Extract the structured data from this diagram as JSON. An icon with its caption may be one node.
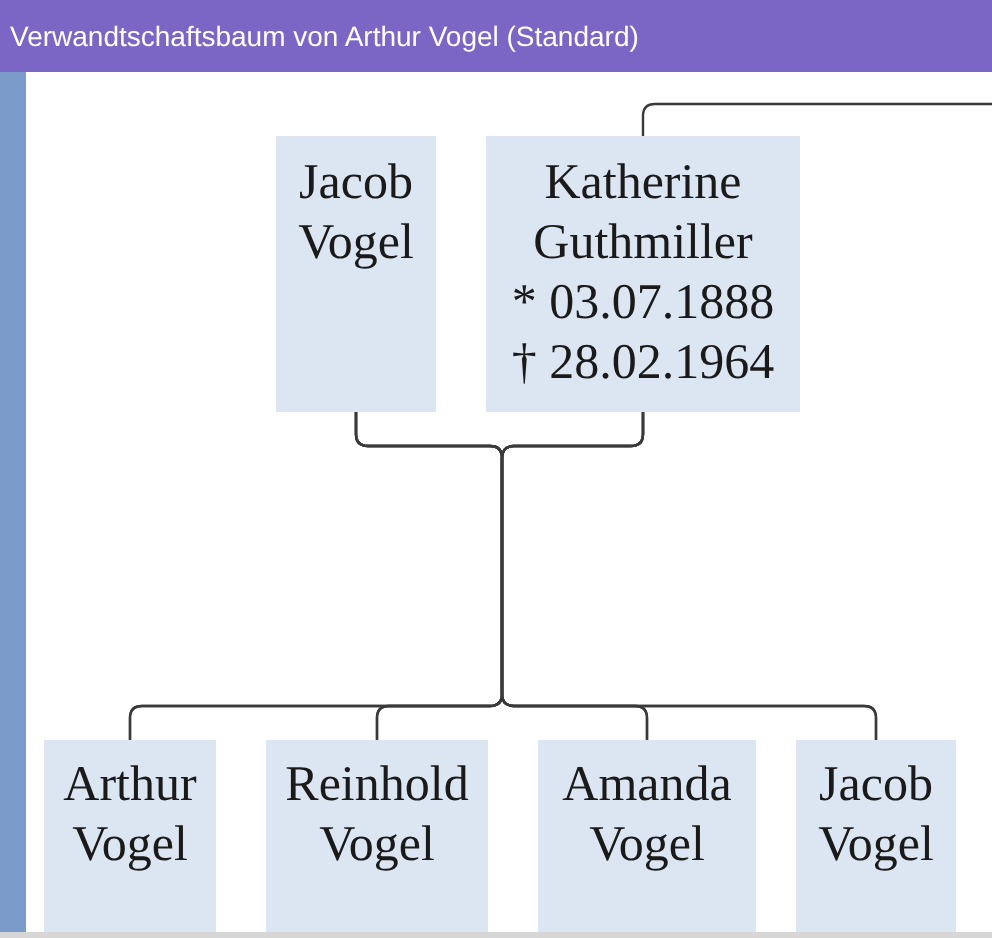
{
  "diagram": {
    "title": "Verwandtschaftsbaum von Arthur Vogel (Standard)",
    "nodes": [
      {
        "text": [
          "Jacob Vogel"
        ]
      },
      {
        "text": [
          "Katherine Guthmiller",
          "* 03.07.1888",
          "† 28.02.1964"
        ]
      },
      {
        "text": [
          "Arthur Vogel"
        ]
      },
      {
        "text": [
          "Reinhold Vogel"
        ]
      },
      {
        "text": [
          "Amanda Vogel"
        ]
      },
      {
        "text": [
          "Jacob Vogel"
        ]
      }
    ],
    "edges": [
      {
        "from": null,
        "to": 1,
        "arrow": "none"
      },
      {
        "from": 0,
        "to": 2,
        "arrow": "none"
      },
      {
        "from": 0,
        "to": 3,
        "arrow": "none"
      },
      {
        "from": 0,
        "to": 4,
        "arrow": "none"
      },
      {
        "from": 0,
        "to": 5,
        "arrow": "none"
      },
      {
        "from": 1,
        "to": 2,
        "arrow": "none"
      },
      {
        "from": 1,
        "to": 3,
        "arrow": "none"
      },
      {
        "from": 1,
        "to": 4,
        "arrow": "none"
      },
      {
        "from": 1,
        "to": 5,
        "arrow": "none"
      }
    ]
  }
}
